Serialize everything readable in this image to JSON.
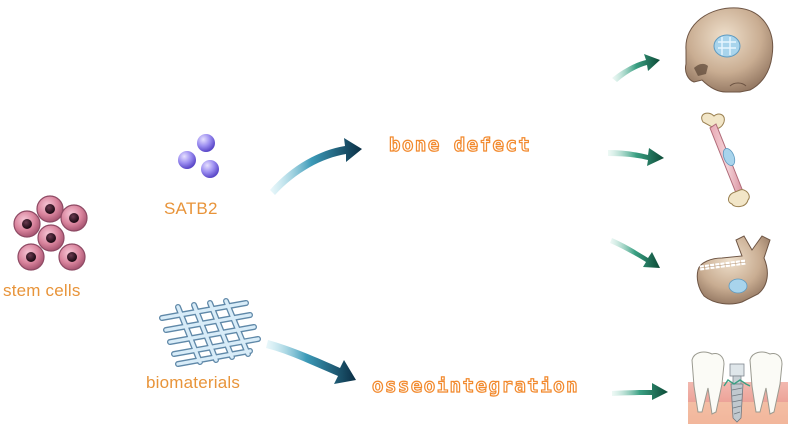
{
  "labels": {
    "stem_cells": "stem cells",
    "satb2": "SATB2",
    "biomaterials": "biomaterials",
    "bone_defect": "bone defect",
    "osseointegration": "osseointegration"
  },
  "colors": {
    "label_orange": "#e8943a",
    "outline_orange": "#f28a2e",
    "cell_pink": "#d9849d",
    "cell_nucleus": "#3a1628",
    "satb2_purple": "#8a7be8",
    "scaffold_blue": "#9ec4e0",
    "arrow_dark": "#0d3a4a",
    "arrow_light": "#8ad0e0",
    "arrow_green": "#1f7a5a"
  },
  "icons": [
    "stem-cell-cluster-icon",
    "satb2-molecule-icon",
    "scaffold-mesh-icon",
    "skull-icon",
    "long-bone-icon",
    "mandible-icon",
    "dental-implant-icon"
  ]
}
